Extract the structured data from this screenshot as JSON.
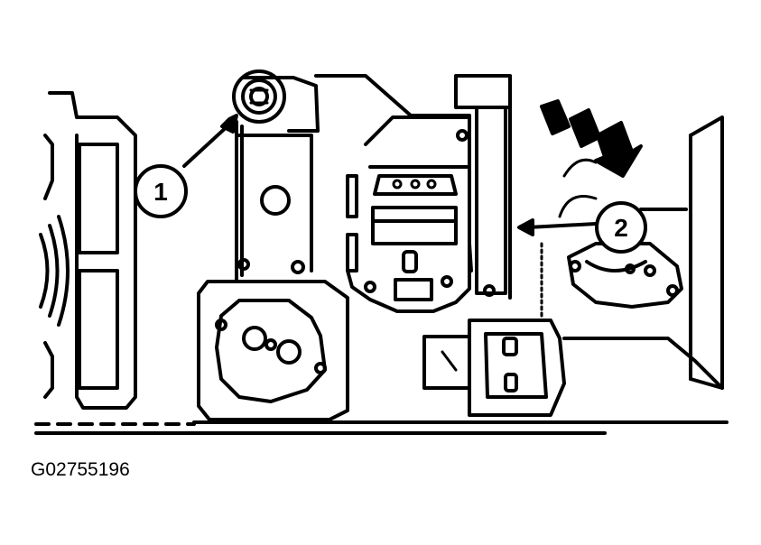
{
  "figure_id": "G02755196",
  "callouts": [
    {
      "number": "1"
    },
    {
      "number": "2"
    }
  ],
  "colors": {
    "ink": "#000000",
    "paper": "#ffffff"
  }
}
